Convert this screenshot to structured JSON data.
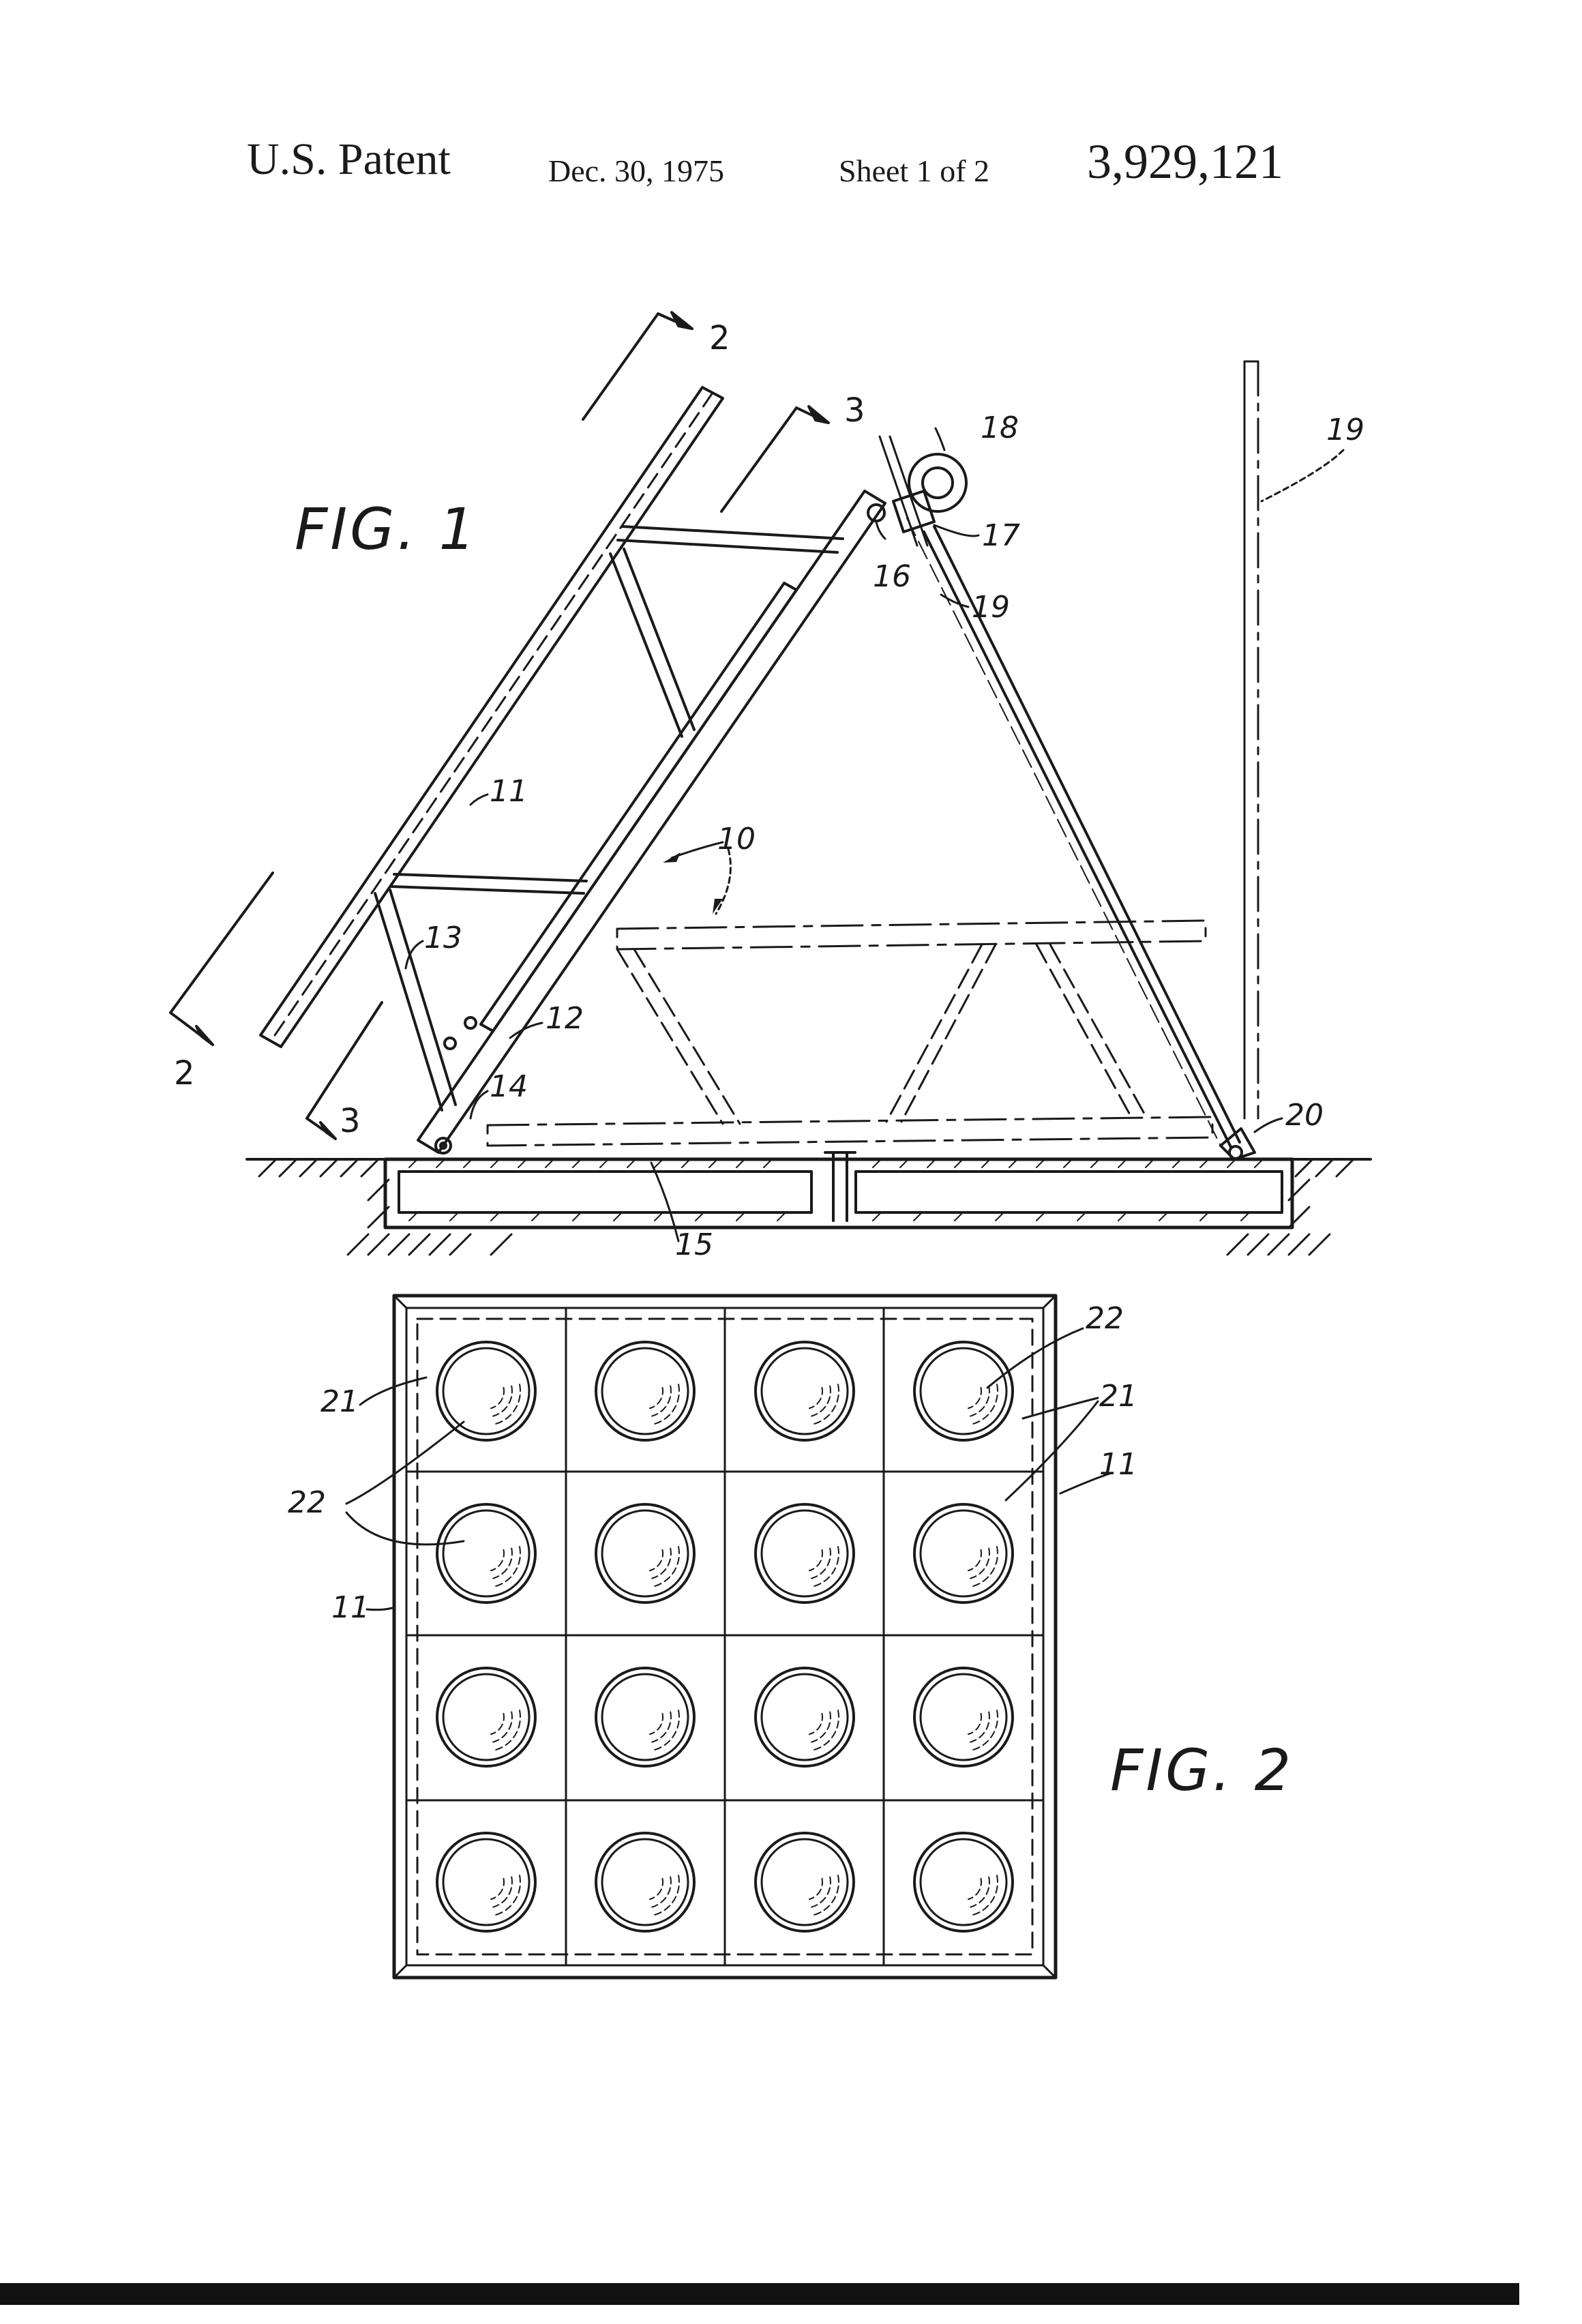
{
  "header": {
    "title": "U.S. Patent",
    "date": "Dec. 30, 1975",
    "sheet": "Sheet 1 of 2",
    "patent_number": "3,929,121"
  },
  "figures": {
    "fig1": {
      "caption": "FIG. 1",
      "section_marks": [
        "2",
        "3",
        "2",
        "3"
      ],
      "reference_numerals": [
        "10",
        "11",
        "12",
        "13",
        "14",
        "15",
        "16",
        "17",
        "18",
        "19",
        "19",
        "20"
      ]
    },
    "fig2": {
      "caption": "FIG. 2",
      "reference_numerals": [
        "21",
        "21",
        "22",
        "22",
        "11",
        "11"
      ]
    }
  }
}
